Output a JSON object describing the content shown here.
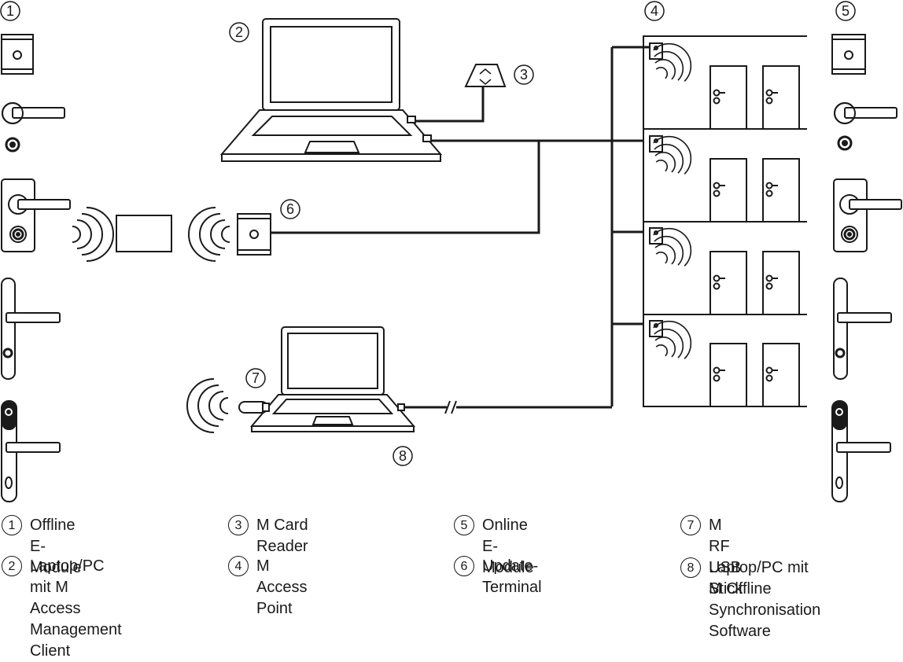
{
  "callouts": {
    "n1": "1",
    "n2": "2",
    "n3": "3",
    "n4": "4",
    "n5": "5",
    "n6": "6",
    "n7": "7",
    "n8": "8"
  },
  "legend": [
    {
      "num": "1",
      "text": "Offline E-Module"
    },
    {
      "num": "2",
      "text": "Laptop/PC mit M Access\nManagement Client"
    },
    {
      "num": "3",
      "text": "M Card Reader"
    },
    {
      "num": "4",
      "text": "M Access Point"
    },
    {
      "num": "5",
      "text": "Online E-Module"
    },
    {
      "num": "6",
      "text": "Update-Terminal"
    },
    {
      "num": "7",
      "text": "M RF USB Stick"
    },
    {
      "num": "8",
      "text": "Laptop/PC mit M Offline\nSynchronisation Software"
    }
  ],
  "colors": {
    "line": "#1a1a1a",
    "background": "#ffffff"
  }
}
